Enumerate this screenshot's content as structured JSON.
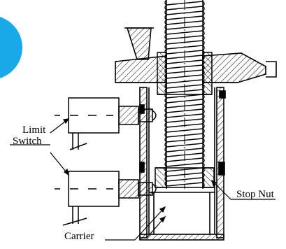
{
  "labels": {
    "limit_switch_line1": "Limit",
    "limit_switch_line2": "Switch",
    "stop_nut": "Stop Nut",
    "carrier": "Carrier"
  },
  "colors": {
    "line": "#000000",
    "background": "#ffffff",
    "accent_circle": "#1aa9e8"
  }
}
